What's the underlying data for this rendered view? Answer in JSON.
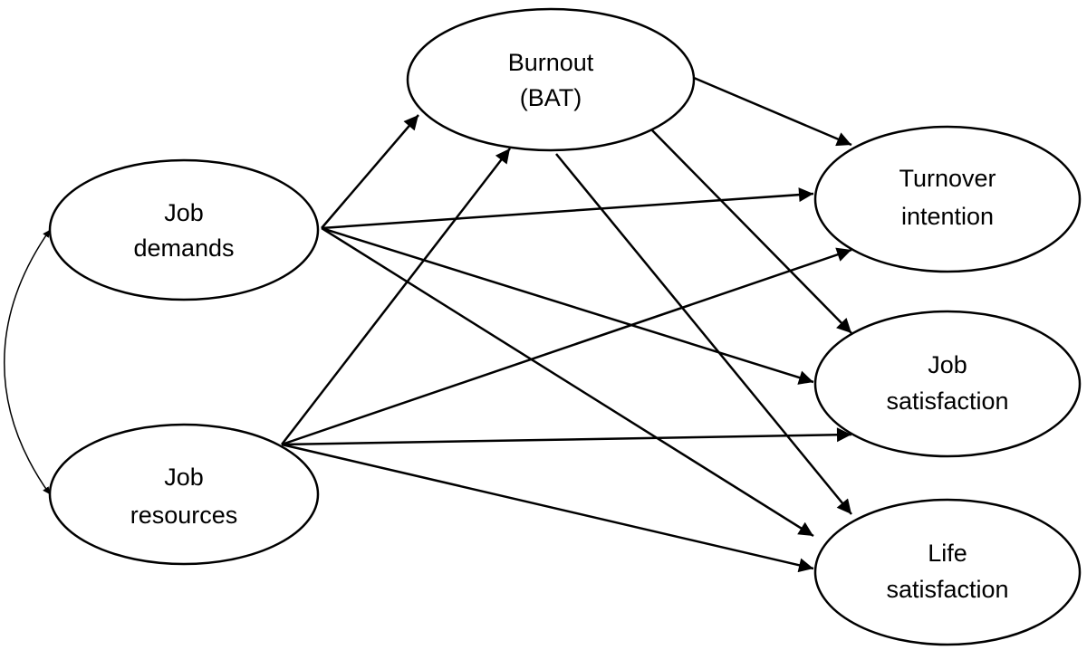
{
  "nodes": {
    "burnout": {
      "lines": [
        "Burnout",
        "(BAT)"
      ]
    },
    "job_demands": {
      "lines": [
        "Job",
        "demands"
      ]
    },
    "job_resources": {
      "lines": [
        "Job",
        "resources"
      ]
    },
    "turnover_intention": {
      "lines": [
        "Turnover",
        "intention"
      ]
    },
    "job_satisfaction": {
      "lines": [
        "Job",
        "satisfaction"
      ]
    },
    "life_satisfaction": {
      "lines": [
        "Life",
        "satisfaction"
      ]
    }
  },
  "edges": [
    {
      "from": "job_demands",
      "to": "burnout",
      "kind": "directed"
    },
    {
      "from": "job_demands",
      "to": "turnover_intention",
      "kind": "directed"
    },
    {
      "from": "job_demands",
      "to": "job_satisfaction",
      "kind": "directed"
    },
    {
      "from": "job_demands",
      "to": "life_satisfaction",
      "kind": "directed"
    },
    {
      "from": "job_resources",
      "to": "burnout",
      "kind": "directed"
    },
    {
      "from": "job_resources",
      "to": "turnover_intention",
      "kind": "directed"
    },
    {
      "from": "job_resources",
      "to": "job_satisfaction",
      "kind": "directed"
    },
    {
      "from": "job_resources",
      "to": "life_satisfaction",
      "kind": "directed"
    },
    {
      "from": "burnout",
      "to": "turnover_intention",
      "kind": "directed"
    },
    {
      "from": "burnout",
      "to": "job_satisfaction",
      "kind": "directed"
    },
    {
      "from": "burnout",
      "to": "life_satisfaction",
      "kind": "directed"
    },
    {
      "from": "job_demands",
      "to": "job_resources",
      "kind": "correlation"
    }
  ]
}
